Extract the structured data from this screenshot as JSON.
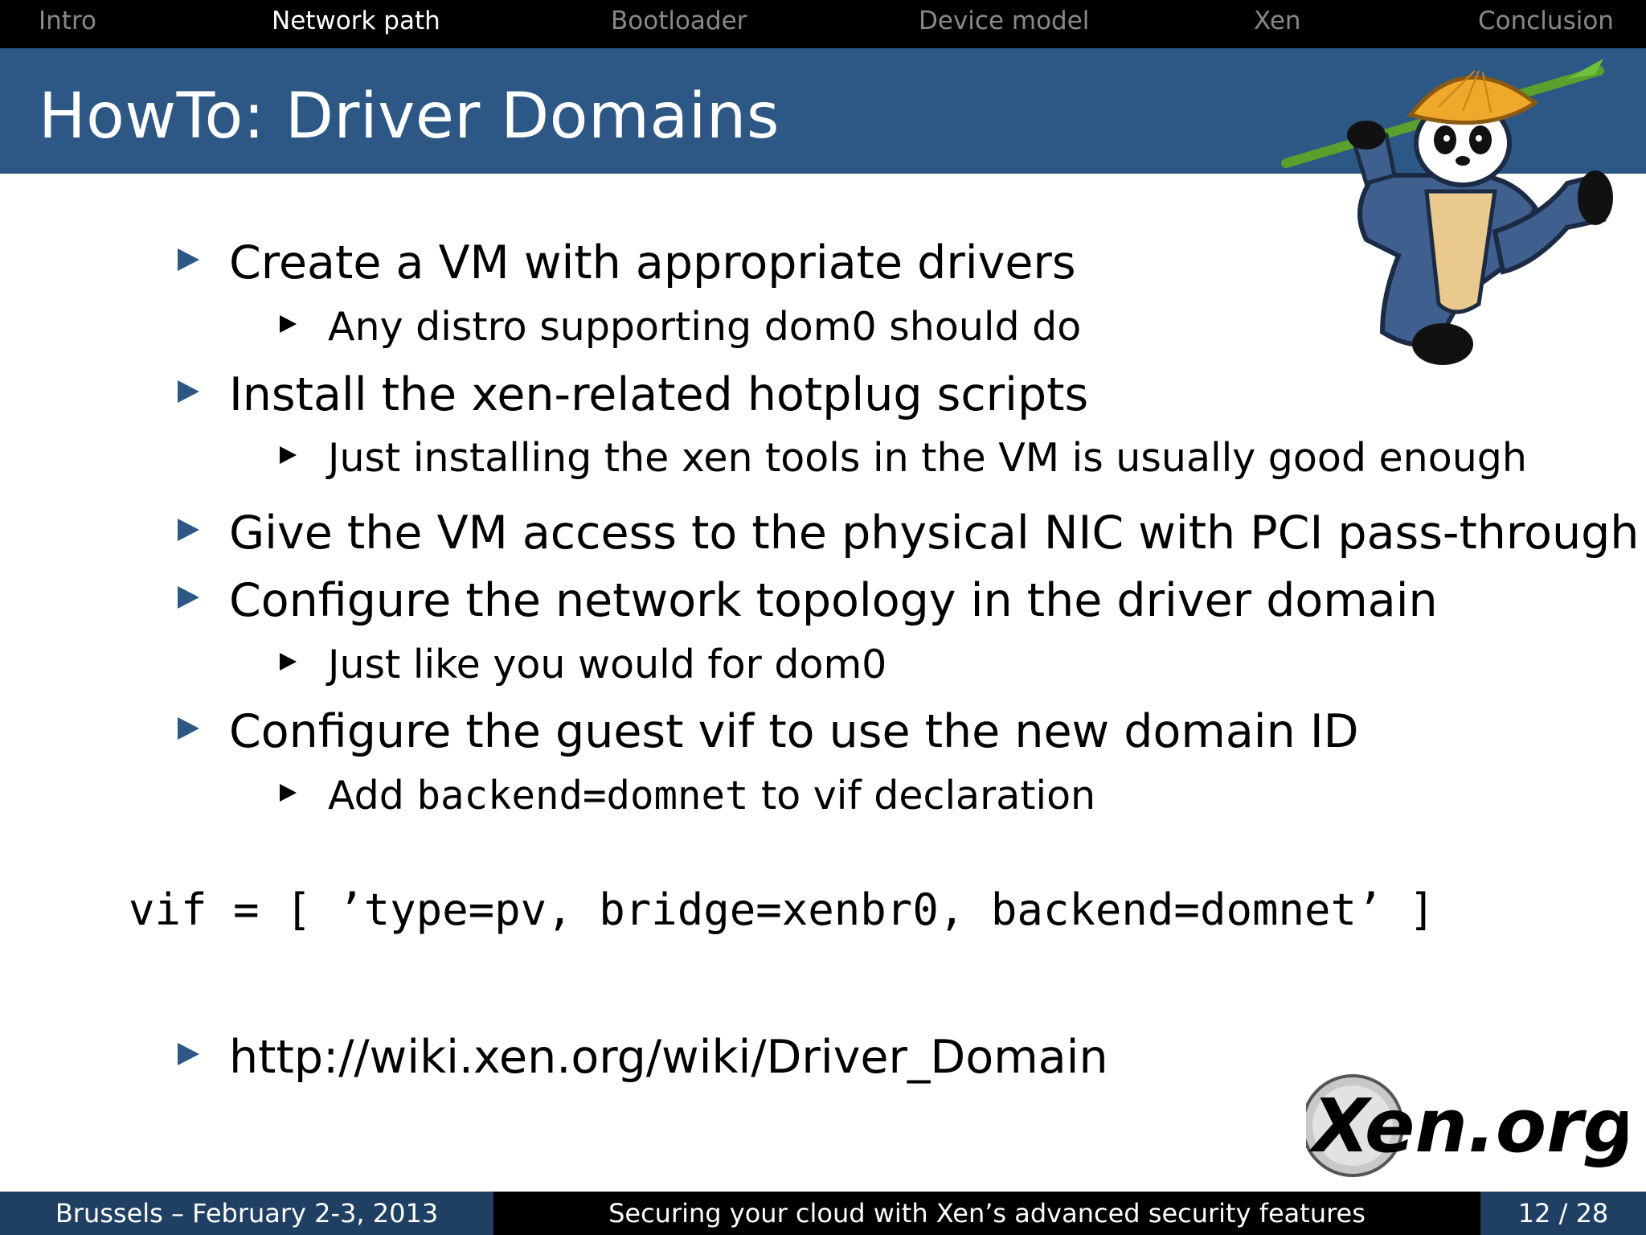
{
  "nav": {
    "sections": [
      "Intro",
      "Network path",
      "Bootloader",
      "Device model",
      "Xen",
      "Conclusion"
    ],
    "active_section": "Network path"
  },
  "slide": {
    "title": "HowTo: Driver Domains",
    "bullets": [
      {
        "text": "Create a VM with appropriate drivers",
        "sub": "Any distro supporting dom0 should do"
      },
      {
        "text": "Install the xen-related hotplug scripts",
        "sub": "Just installing the xen tools in the VM is usually good enough"
      },
      {
        "text": "Give the VM access to the physical NIC with PCI pass-through"
      },
      {
        "text": "Configure the network topology in the driver domain",
        "sub": "Just like you would for dom0"
      },
      {
        "text": "Configure the guest vif to use the new domain ID",
        "sub_prefix": "Add ",
        "sub_code": "backend=domnet",
        "sub_suffix": " to vif declaration"
      }
    ],
    "code_line": "vif = [ ’type=pv, bridge=xenbr0, backend=domnet’ ]",
    "link": "http://wiki.xen.org/wiki/Driver_Domain"
  },
  "logo": {
    "text": "Xen.org"
  },
  "footer": {
    "location_date": "Brussels – February 2-3, 2013",
    "talk_title": "Securing your cloud with Xen’s advanced security features",
    "page": "12 / 28"
  },
  "colors": {
    "theme_blue": "#2d5785",
    "footer_blue": "#1f3f63",
    "nav_inactive": "#888888"
  }
}
